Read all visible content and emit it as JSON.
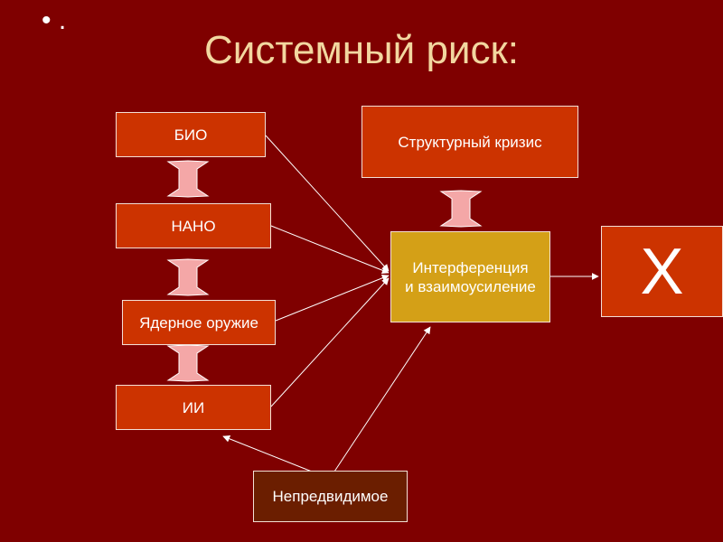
{
  "slide": {
    "bullet": "• .",
    "title": "Системный риск:"
  },
  "boxes": {
    "bio": "БИО",
    "nano": "НАНО",
    "nuclear": "Ядерное оружие",
    "ai": "ИИ",
    "structural_crisis": "Структурный кризис",
    "interference_line1": "Интерференция",
    "interference_line2": "и взаимоусиление",
    "unpredictable": "Непредвидимое",
    "result": "X"
  },
  "colors": {
    "background": "#7f0000",
    "box_red": "#cc3300",
    "box_gold": "#d4a017",
    "box_brown": "#6b1e00",
    "title": "#f2d7a0",
    "double_arrow": "#f4a7a7"
  }
}
